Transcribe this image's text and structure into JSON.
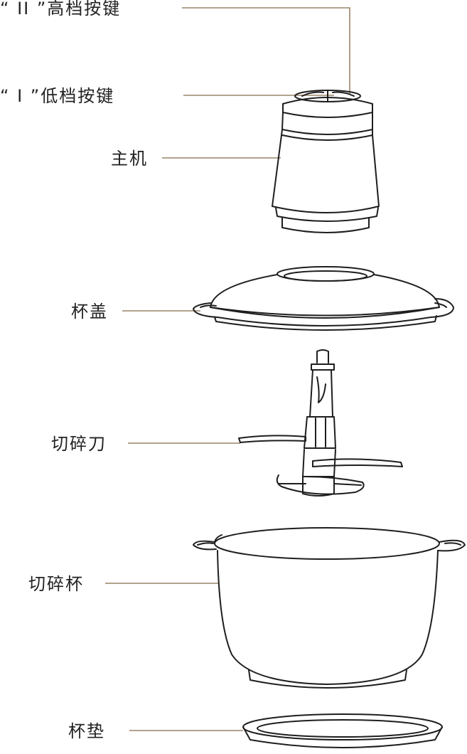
{
  "labels": {
    "high_button": "“ II ”高档按键",
    "low_button": "“ I ”低档按键",
    "motor_unit": "主机",
    "lid": "杯盖",
    "blade": "切碎刀",
    "bowl": "切碎杯",
    "base_mat": "杯垫"
  },
  "colors": {
    "leader": "#9a8468",
    "stroke": "#1e1e1e",
    "text": "#222222"
  }
}
